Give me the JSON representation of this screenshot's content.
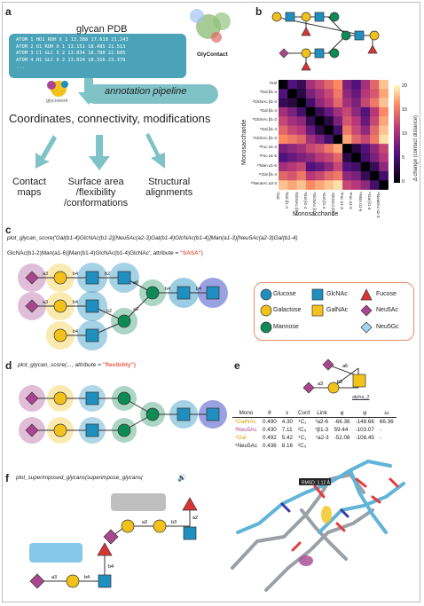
{
  "panels": {
    "a": "a",
    "b": "b",
    "c": "c",
    "d": "d",
    "e": "e",
    "f": "f"
  },
  "panel_a": {
    "pdb_title": "glycan PDB",
    "pdb_lines": [
      "ATOM 1 HO1 ROH X 1 13.388 17.618 21.243",
      "ATOM 2 O1 ROH X 1 13.151 18.485 21.513",
      "ATOM 3 C1 GLC X 2 13.834 18.780 22.605",
      "ATOM 4 H1 GLC X 2 13.024 18.316 23.379",
      "..."
    ],
    "glycontact_logo": "GlyContact",
    "glycowork_logo": "glycowork",
    "pipeline_label": "annotation pipeline",
    "main_line": "Coordinates, connectivity, modifications",
    "outputs": [
      "Contact\nmaps",
      "Surface area\n/flexibility\n/conformations",
      "Structural\nalignments"
    ]
  },
  "panel_b": {
    "ylabel": "Monosaccharide",
    "xlabel": "Monosaccharide",
    "colorbar_label": "Δ change (contact distance)",
    "colorbar_ticks": [
      "20",
      "15",
      "10",
      "5",
      "0"
    ],
    "row_labels": [
      "¹Gal",
      "²Gal β1-4",
      "³GlcNAc β1-4",
      "⁴Gal β1-4",
      "⁵GlcNAc β1-2",
      "⁶Gal β1-4",
      "⁷GlcNAc β1-2",
      "⁸Fuc α1-3",
      "⁹Fuc α1-6",
      "¹⁰Man α1-6",
      "¹¹Gal β1-4",
      "¹²Neu5Ac α2-3"
    ],
    "colors": {
      "glc": "#1f8fbf",
      "gal": "#f3c21a",
      "man": "#0d8a55",
      "glcnac": "#1f8fbf",
      "fuc": "#d93434",
      "neu5ac": "#a9468f",
      "neu5gc": "#9fd8ef"
    }
  },
  "chart_data": {
    "type": "heatmap",
    "title": "",
    "xlabel": "Monosaccharide",
    "ylabel": "Monosaccharide",
    "colorbar_label": "Δ change (contact distance)",
    "zlim": [
      0,
      20
    ],
    "size": 12,
    "values": [
      [
        0,
        6,
        4,
        10,
        12,
        14,
        16,
        8,
        6,
        10,
        14,
        18
      ],
      [
        6,
        0,
        3,
        8,
        10,
        12,
        15,
        9,
        7,
        11,
        13,
        17
      ],
      [
        4,
        3,
        0,
        5,
        9,
        11,
        14,
        10,
        8,
        12,
        15,
        18
      ],
      [
        10,
        8,
        5,
        0,
        4,
        7,
        10,
        12,
        9,
        6,
        11,
        16
      ],
      [
        12,
        10,
        9,
        4,
        0,
        3,
        8,
        13,
        11,
        7,
        12,
        17
      ],
      [
        14,
        12,
        11,
        7,
        3,
        0,
        5,
        15,
        12,
        9,
        14,
        18
      ],
      [
        16,
        15,
        14,
        10,
        8,
        5,
        0,
        17,
        14,
        12,
        15,
        19
      ],
      [
        8,
        9,
        10,
        12,
        13,
        15,
        17,
        0,
        3,
        6,
        9,
        12
      ],
      [
        6,
        7,
        8,
        9,
        11,
        12,
        14,
        3,
        0,
        5,
        8,
        11
      ],
      [
        10,
        11,
        12,
        6,
        7,
        9,
        12,
        6,
        5,
        0,
        4,
        9
      ],
      [
        14,
        13,
        15,
        11,
        12,
        14,
        15,
        9,
        8,
        4,
        0,
        5
      ],
      [
        18,
        17,
        18,
        16,
        17,
        18,
        19,
        12,
        11,
        9,
        5,
        0
      ]
    ]
  },
  "panel_c": {
    "code_line1": "plot_glycan_score('Gal(b1-4)GlcNAc(b1-2)[Neu5Ac(a2-3)Gal(b1-4)GlcNAc(b1-4)]Man(a1-3)[Neu5Ac(a2-3)Gal(b1-4)",
    "code_line2": "GlcNAc(b1-2)Man(a1-6)]Man(b1-4)GlcNAc(b1-4)GlcNAc', attribute = ",
    "code_attr": "\"SASA\")",
    "linkages": [
      "a3",
      "b4",
      "b2",
      "b4",
      "a6",
      "b4",
      "b4",
      "a3",
      "b4",
      "b2",
      "b4",
      "b4"
    ],
    "legend": [
      {
        "name": "Glucose",
        "shape": "circle",
        "color": "#1f8fbf"
      },
      {
        "name": "GlcNAc",
        "shape": "square",
        "color": "#1f8fbf"
      },
      {
        "name": "Fucose",
        "shape": "triangle",
        "color": "#d93434"
      },
      {
        "name": "Galactose",
        "shape": "circle",
        "color": "#f3c21a"
      },
      {
        "name": "GalNAc",
        "shape": "square",
        "color": "#f3c21a"
      },
      {
        "name": "Neu5Ac",
        "shape": "diamond",
        "color": "#a9468f"
      },
      {
        "name": "Mannose",
        "shape": "circle",
        "color": "#0d8a55"
      },
      {
        "name": "Neu5Gc",
        "shape": "diamond",
        "color": "#9fd8ef"
      }
    ]
  },
  "panel_d": {
    "code": "plot_glycan_score(..., attribute = ",
    "code_attr": "\"flexibility\")"
  },
  "panel_e": {
    "link_labels": [
      "a6",
      "b3",
      "a3"
    ],
    "alpha_label": "alpha_2",
    "headers": [
      "Mono",
      "θ",
      "ε",
      "Conf",
      "Link",
      "φ",
      "ψ",
      "ω"
    ],
    "rows": [
      {
        "mono": "²GalNAc",
        "theta": "0.490",
        "eps": "4.30",
        "conf": "⁴C₁",
        "link": "²a2-6",
        "phi": "-66.36",
        "psi": "-148.66",
        "omega": "66.36"
      },
      {
        "mono": "³Neu5Ac",
        "theta": "0.430",
        "eps": "7.11",
        "conf": "²C₅",
        "link": "³β1-3",
        "phi": "59.44",
        "psi": "-103.07",
        "omega": "-"
      },
      {
        "mono": "⁴Gal",
        "theta": "0.492",
        "eps": "5.42",
        "conf": "⁴C₁",
        "link": "⁴a2-3",
        "phi": "-52.08",
        "psi": "-108.45",
        "omega": "-"
      },
      {
        "mono": "⁵Neu5Ac",
        "theta": "0.436",
        "eps": "8.16",
        "conf": "²C₅",
        "link": "",
        "phi": "",
        "psi": "",
        "omega": ""
      }
    ],
    "rmsd_label": "RMSD: 1.12 Å"
  },
  "panel_f": {
    "code": "plot_superimposed_glycans(superimpose_glycans(",
    "top_links": [
      "a2",
      "a3",
      "b3"
    ],
    "bottom_links": [
      "a3",
      "b4",
      "b4"
    ],
    "bottom_code_link": "a3"
  }
}
